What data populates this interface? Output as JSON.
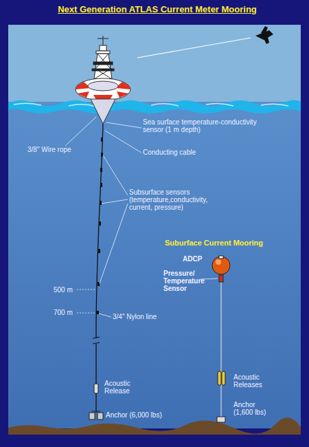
{
  "diagram": {
    "title": "Next Generation ATLAS Current Meter Mooring",
    "labels": [
      "Sea surface temperature-conductivity sensor (1 m depth)",
      "3/8\" Wire rope",
      "Conducting cable",
      "Subsurface sensors (temperature,conductivity, current, pressure)",
      "500 m",
      "700 m",
      "3/4\" Nylon line",
      "Acoustic Release",
      "Anchor (6,000 lbs)",
      "Suburface Current Mooring",
      "ADCP",
      "Pressure/ Temperature Sensor",
      "Acoustic Releases",
      "Anchor (1,600 lbs)"
    ]
  }
}
